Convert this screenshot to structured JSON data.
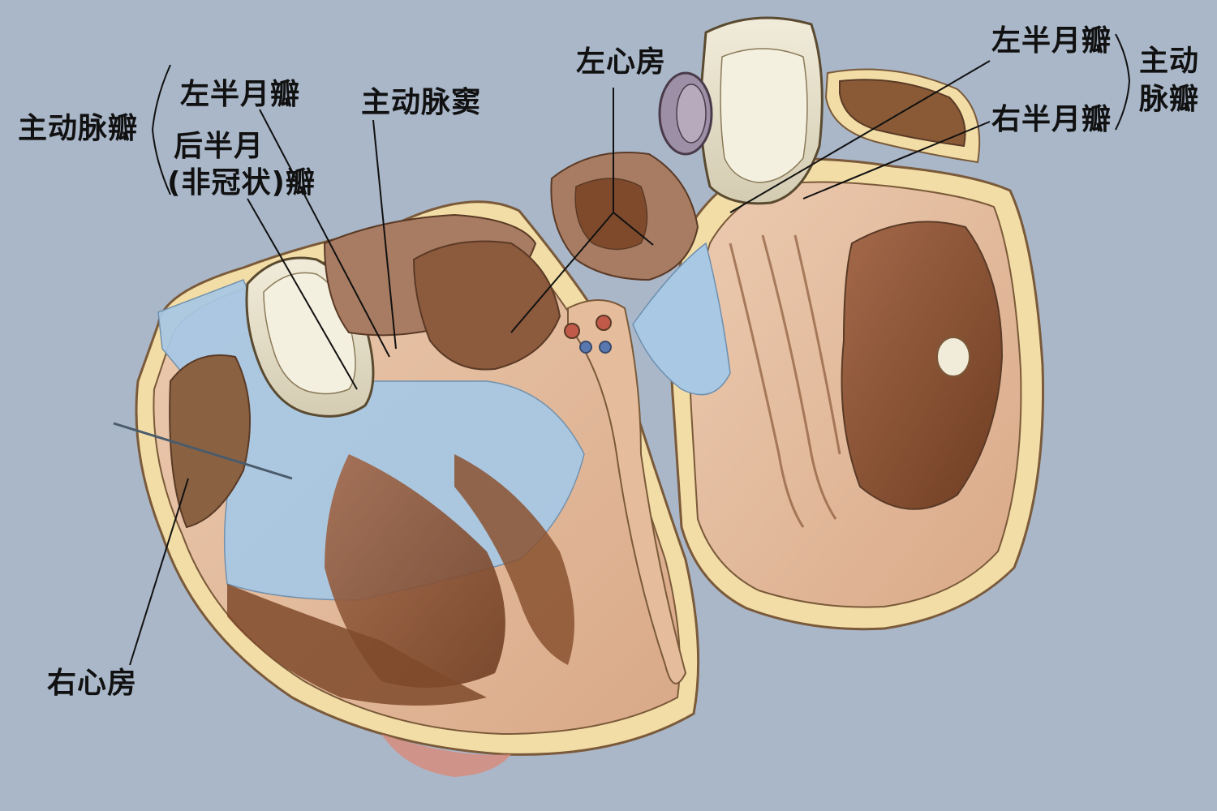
{
  "labels": {
    "aortic_valve_left": "主动脉瓣",
    "left_semilunar_left": "左半月瓣",
    "posterior_semilunar_line1": "后半月",
    "posterior_semilunar_line2": "(非冠状)瓣",
    "aortic_sinus": "主动脉窦",
    "left_atrium": "左心房",
    "left_semilunar_right": "左半月瓣",
    "right_semilunar_right": "右半月瓣",
    "aortic_valve_right_line1": "主动",
    "aortic_valve_right_line2": "脉瓣",
    "right_atrium": "右心房"
  },
  "colors": {
    "background": "#a9b7c9",
    "myocardium": "#e8c3a3",
    "cavity_dark": "#8c5432",
    "blood_blue": "#a9c8e4",
    "valve_cream": "#e9e3cf",
    "outline": "#5a3a26",
    "epicardium": "#f2dda6"
  }
}
